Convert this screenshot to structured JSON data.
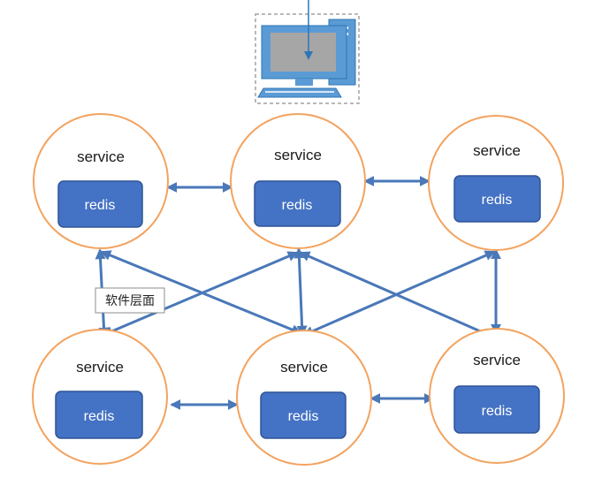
{
  "colors": {
    "circle_stroke": "#f3a35f",
    "redis_fill": "#4472c4",
    "redis_stroke": "#2f5597",
    "arrow": "#4a78b8",
    "monitor_body": "#5b9bd5",
    "monitor_screen": "#a6a6a6"
  },
  "nodes": [
    {
      "service_label": "service",
      "redis_label": "redis"
    },
    {
      "service_label": "service",
      "redis_label": "redis"
    },
    {
      "service_label": "service",
      "redis_label": "redis"
    },
    {
      "service_label": "service",
      "redis_label": "redis"
    },
    {
      "service_label": "service",
      "redis_label": "redis"
    },
    {
      "service_label": "service",
      "redis_label": "redis"
    }
  ],
  "note": {
    "text": "软件层面"
  },
  "icons": {
    "client": "desktop-computer-icon"
  }
}
